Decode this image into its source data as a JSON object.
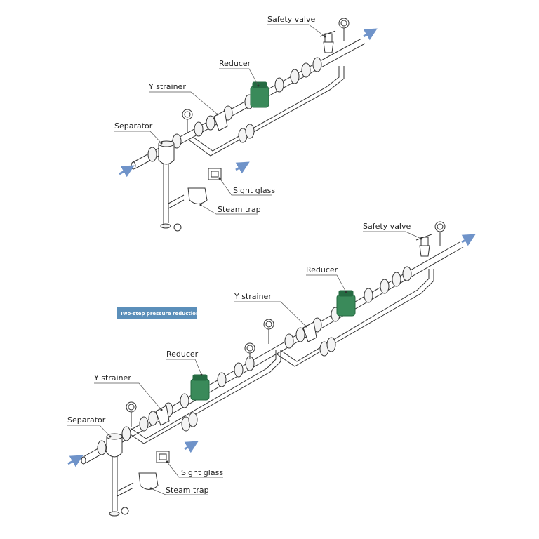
{
  "colors": {
    "reducer": "#3a8a5a",
    "reducer_dark": "#256b42",
    "arrow": "#6f93c9",
    "badge_bg": "#5b8fba",
    "line": "#333333"
  },
  "diagram_top": {
    "labels": {
      "safety_valve": "Safety valve",
      "reducer": "Reducer",
      "y_strainer": "Y strainer",
      "separator": "Separator",
      "sight_glass": "Sight glass",
      "steam_trap": "Steam trap"
    }
  },
  "diagram_bottom": {
    "badge": "Two-step pressure reduction",
    "labels": {
      "safety_valve": "Safety valve",
      "reducer_2": "Reducer",
      "y_strainer_2": "Y strainer",
      "reducer_1": "Reducer",
      "y_strainer_1": "Y strainer",
      "separator": "Separator",
      "sight_glass": "Sight glass",
      "steam_trap": "Steam trap"
    }
  }
}
